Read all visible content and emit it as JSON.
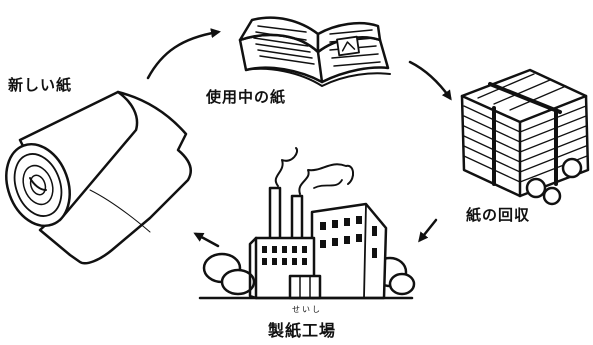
{
  "labels": {
    "new_paper": "新しい紙",
    "used_paper": "使用中の紙",
    "paper_collection": "紙の回収",
    "paper_mill": "製紙工場",
    "paper_mill_reading": "せいし"
  },
  "colors": {
    "ink": "#111111",
    "background": "#ffffff"
  },
  "icons": [
    "paper-roll-icon",
    "open-book-icon",
    "paper-stack-icon",
    "paper-mill-icon",
    "cycle-arrow-icon"
  ]
}
